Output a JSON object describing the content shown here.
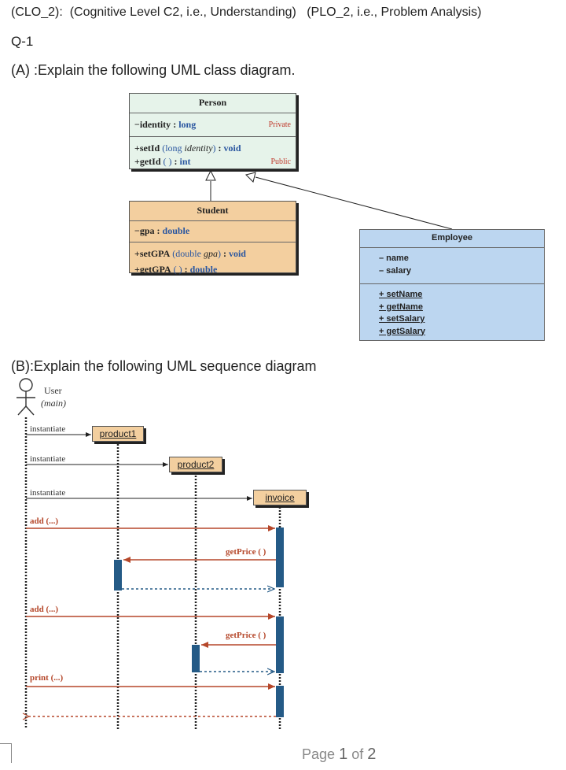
{
  "header": {
    "clo": "(CLO_2):",
    "cognitive": "(Cognitive Level C2, i.e., Understanding)",
    "plo": "(PLO_2, i.e., Problem Analysis)"
  },
  "question_number": "Q-1",
  "part_a": "(A) :Explain the following UML class diagram.",
  "part_b": "(B):Explain the following UML sequence diagram",
  "class_diagram": {
    "person": {
      "name": "Person",
      "attr_visibility": "−",
      "attr_name": "identity",
      "attr_sep": " : ",
      "attr_type": "long",
      "private_label": "Private",
      "op1_prefix": "+setId",
      "op1_params_open": " (",
      "op1_param_type": "long",
      "op1_param_name": " identity",
      "op1_params_close": ")",
      "op1_sep": " : ",
      "op1_return": "void",
      "op2_prefix": "+getId",
      "op2_params": " ( )",
      "op2_sep": " : ",
      "op2_return": "int",
      "public_label": "Public"
    },
    "student": {
      "name": "Student",
      "attr_visibility": "−",
      "attr_name": "gpa",
      "attr_sep": " : ",
      "attr_type": "double",
      "op1_prefix": "+setGPA",
      "op1_params_open": " (",
      "op1_param_type": "double",
      "op1_param_name": " gpa",
      "op1_params_close": ")",
      "op1_sep": " : ",
      "op1_return": "void",
      "op2_prefix": "+getGPA",
      "op2_params": " ( )",
      "op2_sep": " : ",
      "op2_return": "double"
    },
    "employee": {
      "name": "Employee",
      "attributes": [
        "– name",
        "– salary"
      ],
      "operations": [
        "+ setName",
        "+ getName",
        "+ setSalary",
        "+ getSalary"
      ]
    }
  },
  "sequence_diagram": {
    "actor_label": "User",
    "actor_sub": "(main)",
    "lifelines": [
      "product1",
      "product2",
      "invoice"
    ],
    "messages": {
      "instantiate1": "instantiate",
      "instantiate2": "instantiate",
      "instantiate3": "instantiate",
      "add1": "add (...)",
      "getprice1": "getPrice ( )",
      "add2": "add (...)",
      "getprice2": "getPrice ( )",
      "print": "print (...)"
    }
  },
  "footer": {
    "page_word": "Page",
    "page_current": "1",
    "page_of": "of",
    "page_total": "2"
  },
  "colors": {
    "person_bg": "#e6f3ea",
    "student_bg": "#f3cf9f",
    "employee_bg": "#bcd6f0",
    "activation": "#245a86",
    "message_red": "#b5472a",
    "type_blue": "#2a56a0"
  }
}
